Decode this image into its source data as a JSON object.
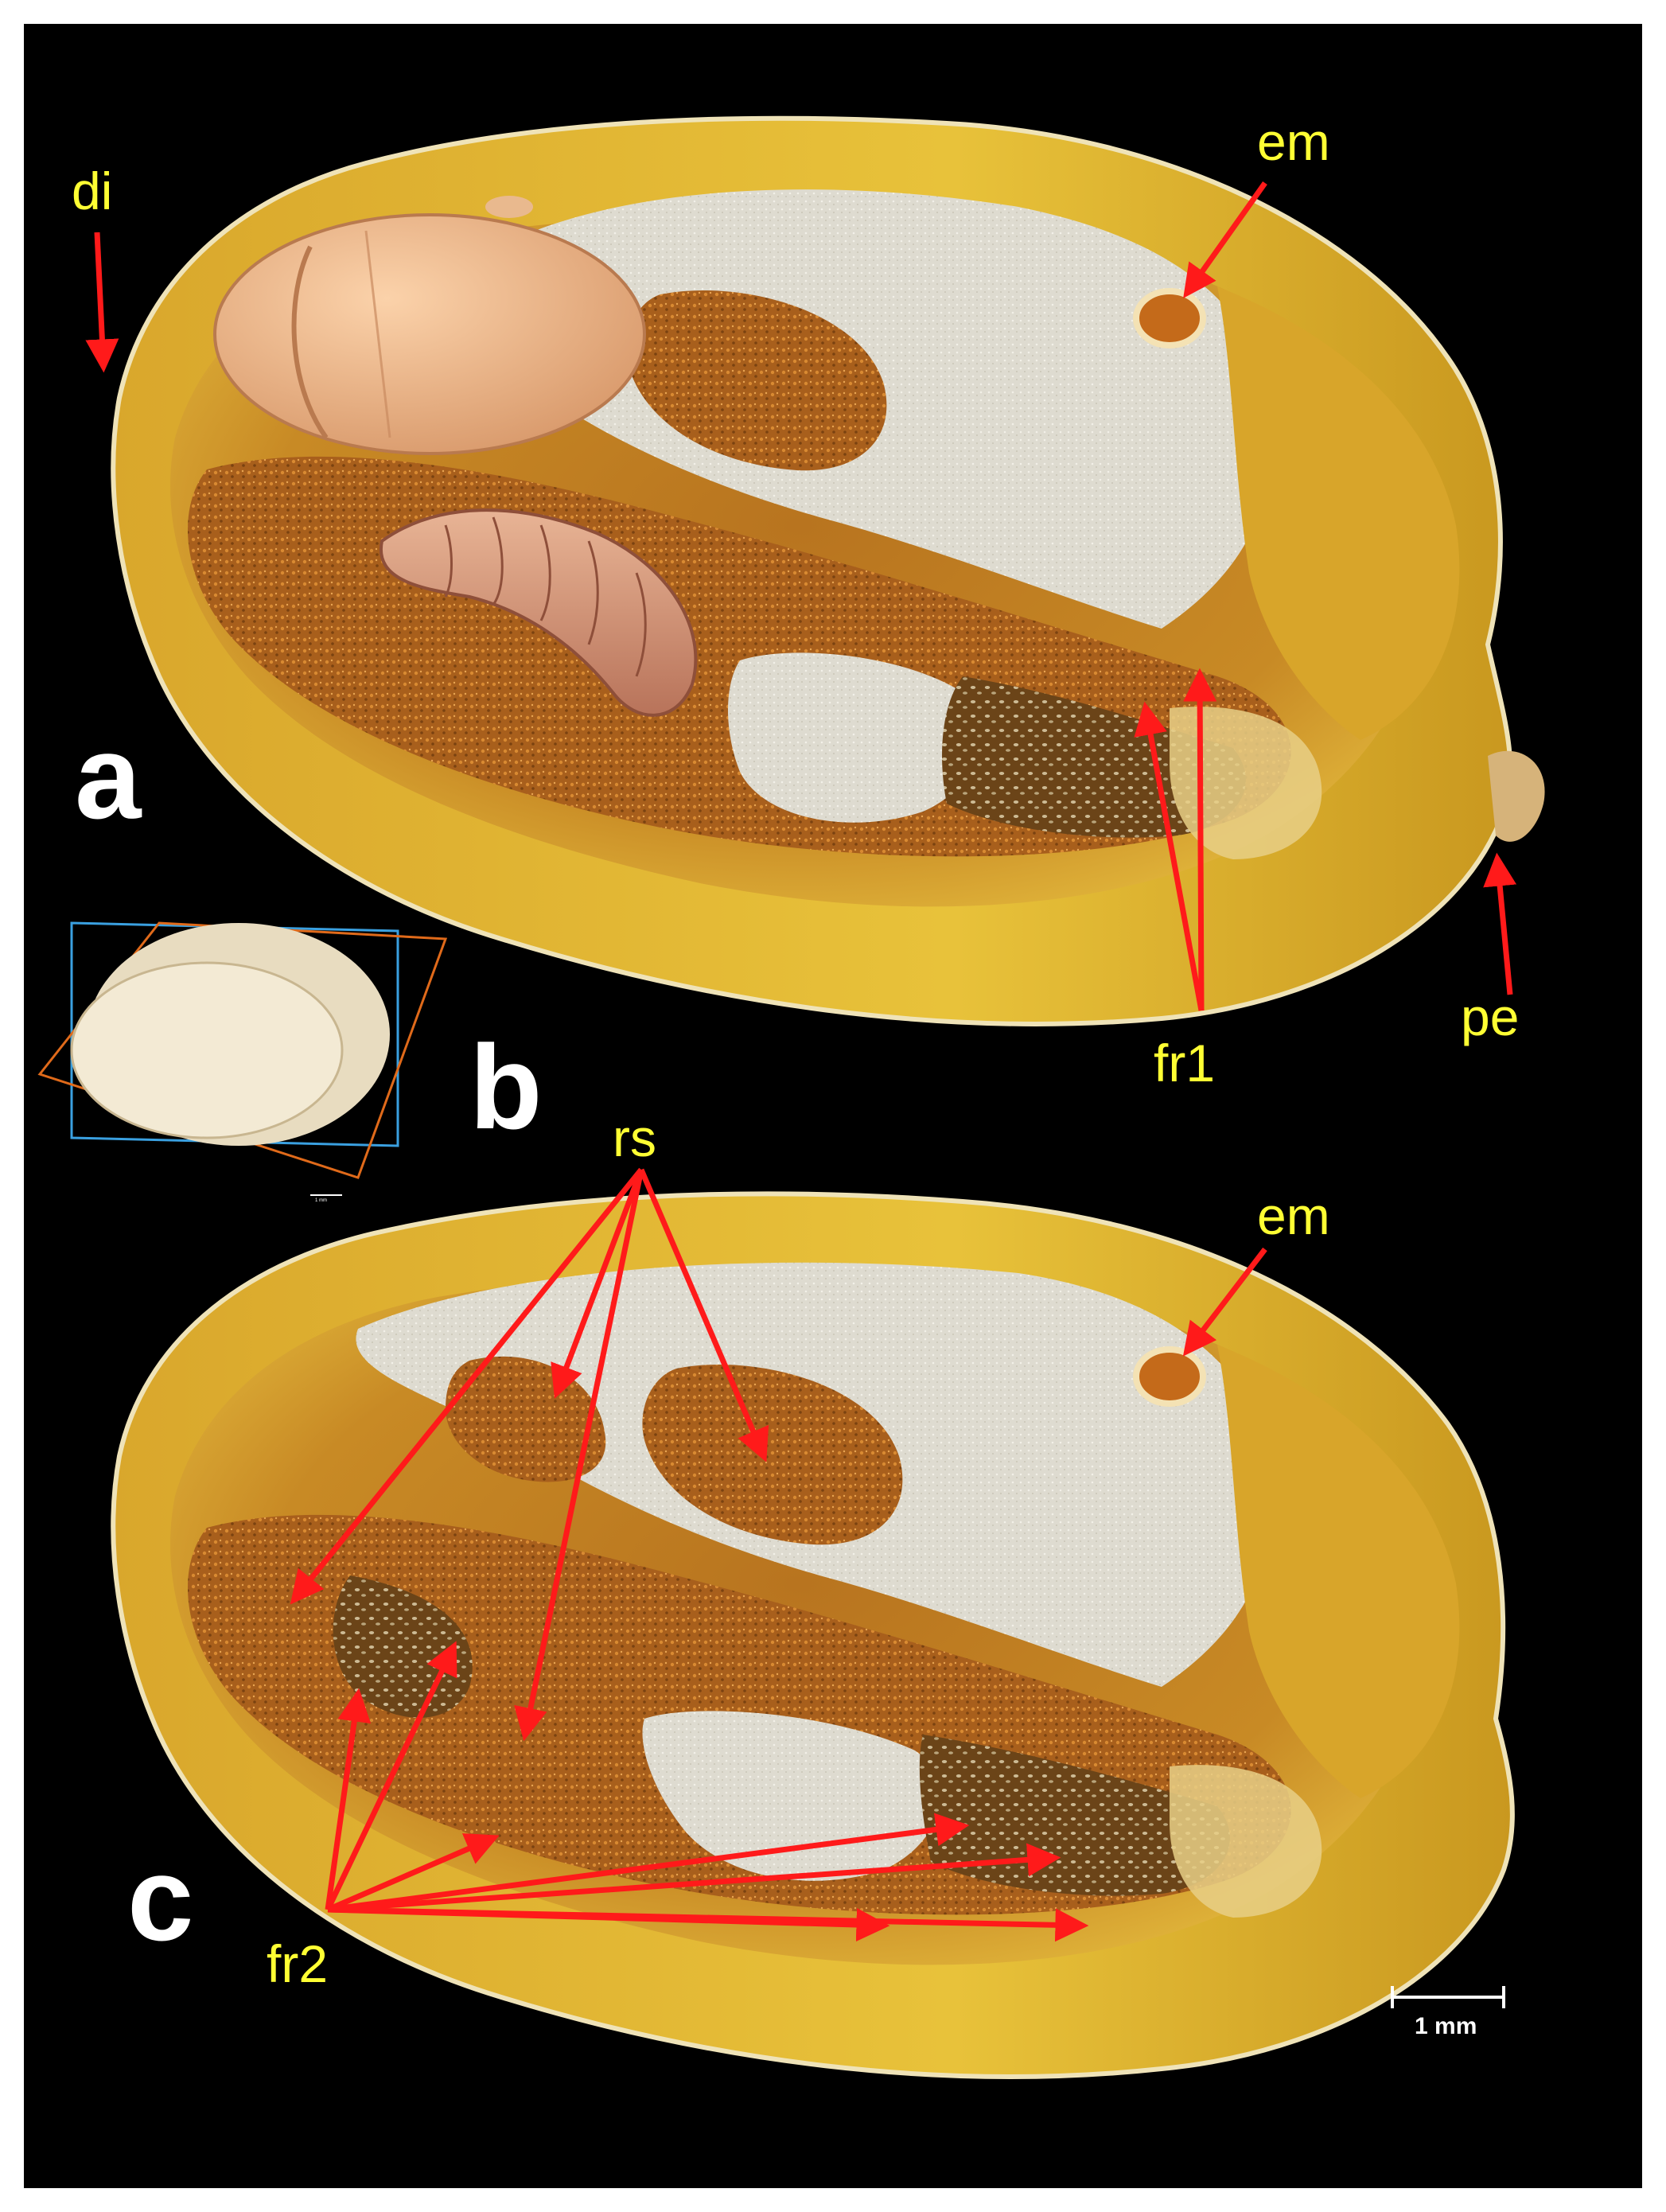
{
  "labels": {
    "di": "di",
    "em_a": "em",
    "pe": "pe",
    "fr1": "fr1",
    "rs": "rs",
    "em_c": "em",
    "fr2": "fr2"
  },
  "panels": {
    "a": "a",
    "b": "b",
    "c": "c"
  },
  "scale_bar": {
    "label": "1 mm",
    "inset_label": "1 mm"
  },
  "colors": {
    "background": "#000000",
    "annotation_text": "#ffff33",
    "arrow": "#ff1a1a",
    "panel_letter": "#ffffff",
    "endosperm": "#e7e4d6",
    "tissue_orange": "#c9782a",
    "husk_yellow": "#d6a21f",
    "beetle": "#f2b98a",
    "larva": "#d8997a"
  }
}
